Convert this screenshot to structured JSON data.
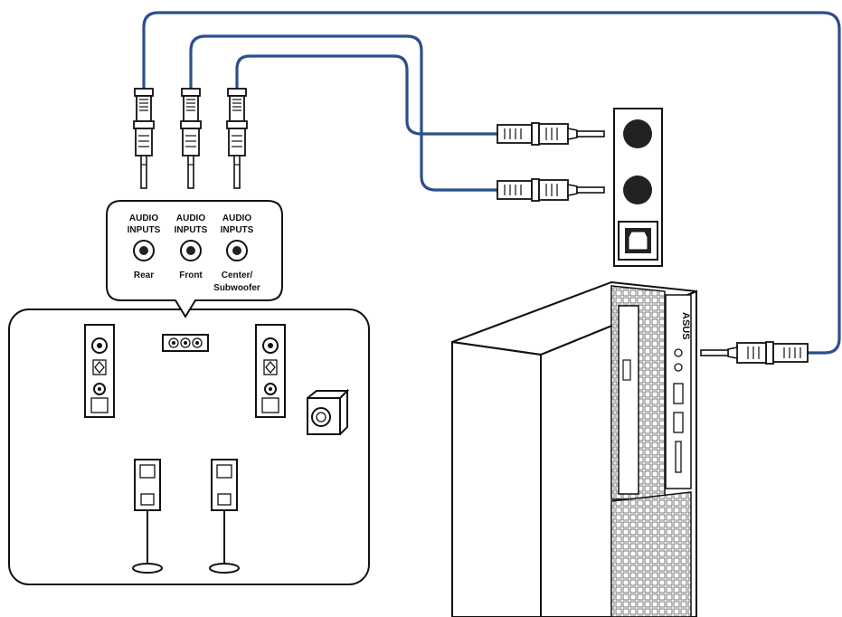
{
  "colors": {
    "cable": "#2b4f8e",
    "outline": "#111111",
    "background": "#ffffff"
  },
  "audio_panel": {
    "jacks": [
      {
        "line1": "AUDIO",
        "line2": "INPUTS",
        "bottom1": "Rear",
        "bottom2": ""
      },
      {
        "line1": "AUDIO",
        "line2": "INPUTS",
        "bottom1": "Front",
        "bottom2": ""
      },
      {
        "line1": "AUDIO",
        "line2": "INPUTS",
        "bottom1": "Center/",
        "bottom2": "Subwoofer"
      }
    ]
  },
  "pc": {
    "brand": "ASUS"
  }
}
